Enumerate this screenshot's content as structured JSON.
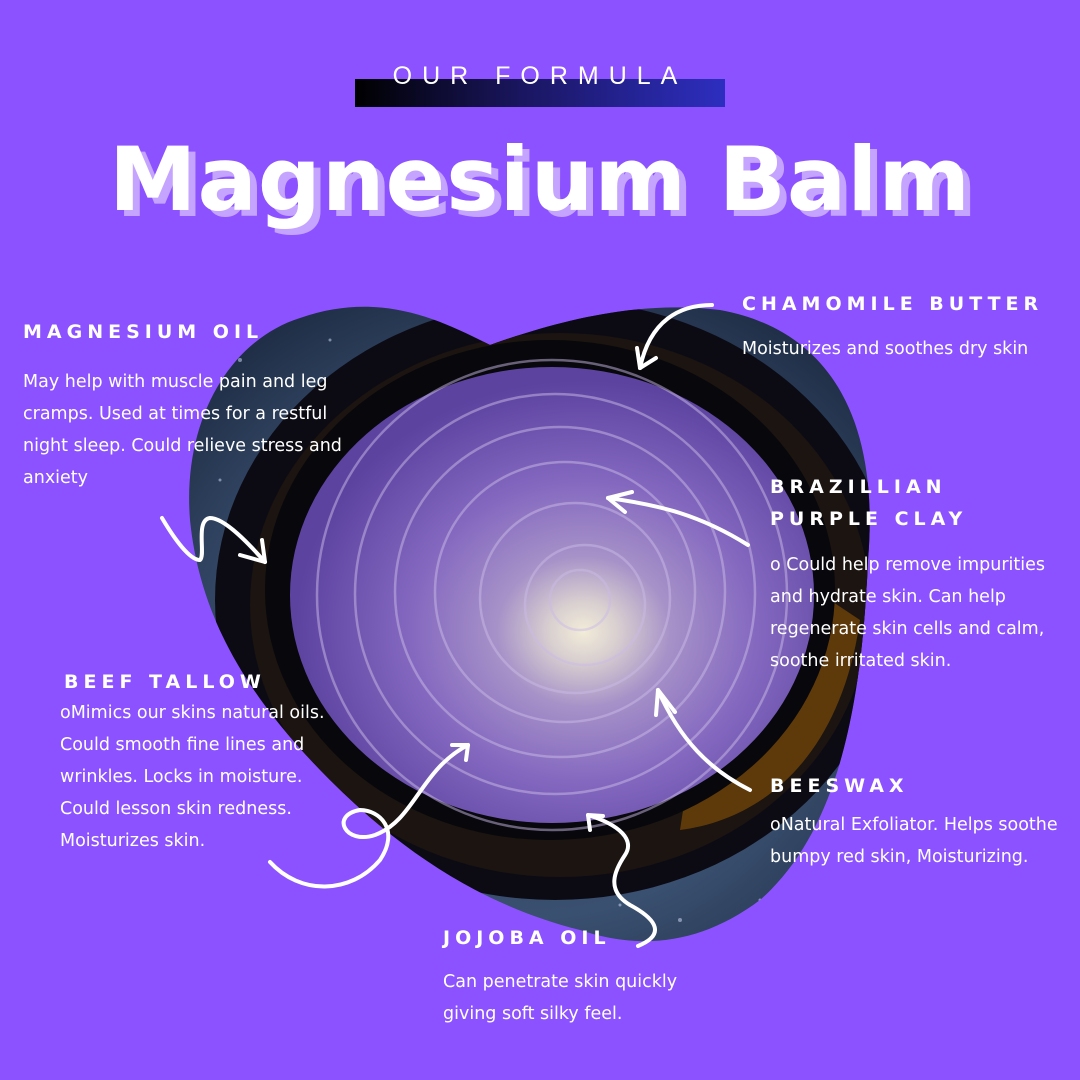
{
  "header": {
    "eyebrow": "OUR FORMULA",
    "title": "Magnesium Balm"
  },
  "colors": {
    "background": "#8c52ff",
    "title_shadow": "#c4a4ff",
    "eyebrow_bar_start": "#000000",
    "eyebrow_bar_end": "#2d2ec0",
    "text": "#ffffff"
  },
  "image": {
    "subject": "swirled purple magnesium balm in dark jar on galaxy background",
    "shape": "heart-like organic blob"
  },
  "ingredients": [
    {
      "id": "magnesium-oil",
      "name": "MAGNESIUM OIL",
      "description": "May help with muscle pain and leg cramps. Used at times for a restful night sleep. Could relieve stress and anxiety"
    },
    {
      "id": "chamomile-butter",
      "name": "CHAMOMILE BUTTER",
      "description": "Moisturizes and soothes dry skin"
    },
    {
      "id": "brazillian-purple-clay",
      "name_line1": "BRAZILLIAN",
      "name_line2": "PURPLE CLAY",
      "description": "o Could help remove impurities and hydrate skin. Can help regenerate skin cells and calm, soothe irritated skin."
    },
    {
      "id": "beef-tallow",
      "name": "BEEF TALLOW",
      "description": "oMimics our skins natural oils. Could smooth fine lines and wrinkles. Locks in moisture. Could lesson skin redness. Moisturizes skin."
    },
    {
      "id": "beeswax",
      "name": "BEESWAX",
      "description": "oNatural Exfoliator. Helps soothe bumpy red skin, Moisturizing."
    },
    {
      "id": "jojoba-oil",
      "name": "JOJOBA OIL",
      "description": "Can penetrate skin quickly giving soft silky feel."
    }
  ]
}
